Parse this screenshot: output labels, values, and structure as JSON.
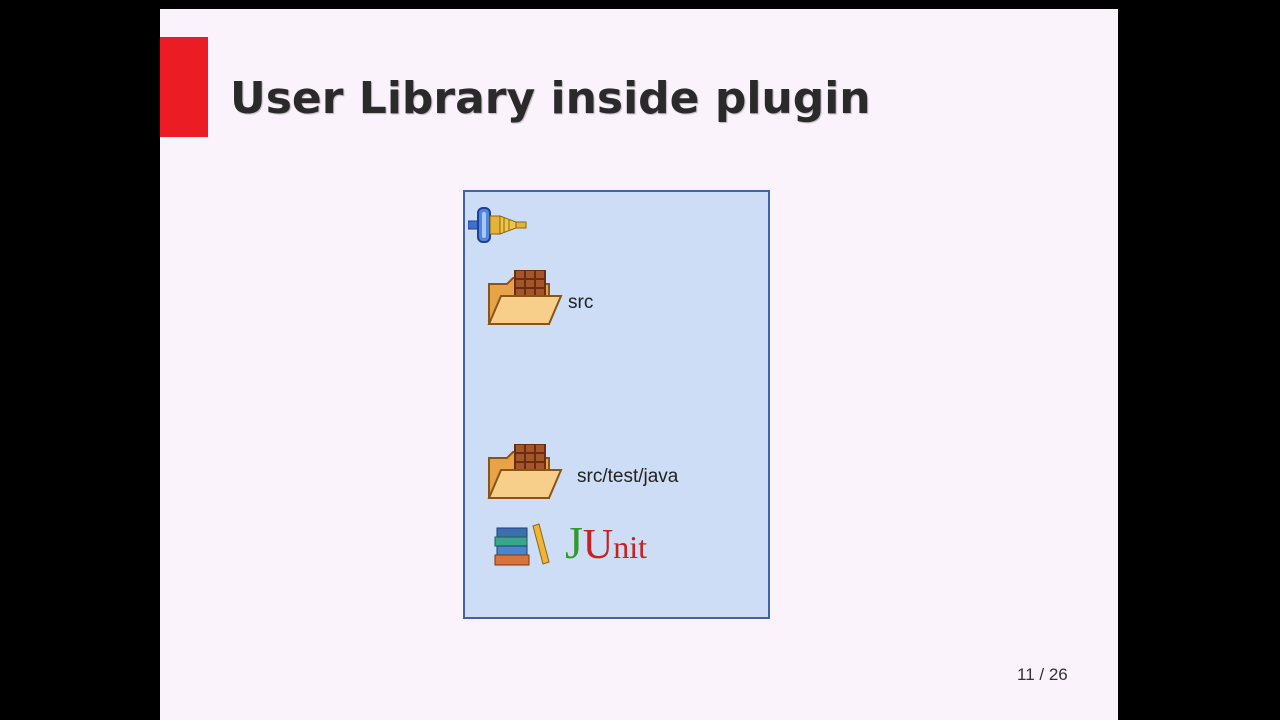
{
  "slide": {
    "title": "User Library inside plugin",
    "accent_color": "#ec1c24",
    "page_number": "11 / 26"
  },
  "project": {
    "plugin_icon": "plugin-icon",
    "source_folders": [
      {
        "label": "src",
        "icon": "package-folder-icon"
      },
      {
        "label": "src/test/java",
        "icon": "package-folder-icon"
      }
    ],
    "library": {
      "icon": "library-books-icon",
      "logo": {
        "first_letter": "J",
        "second_letter": "U",
        "rest": "nit"
      }
    }
  }
}
